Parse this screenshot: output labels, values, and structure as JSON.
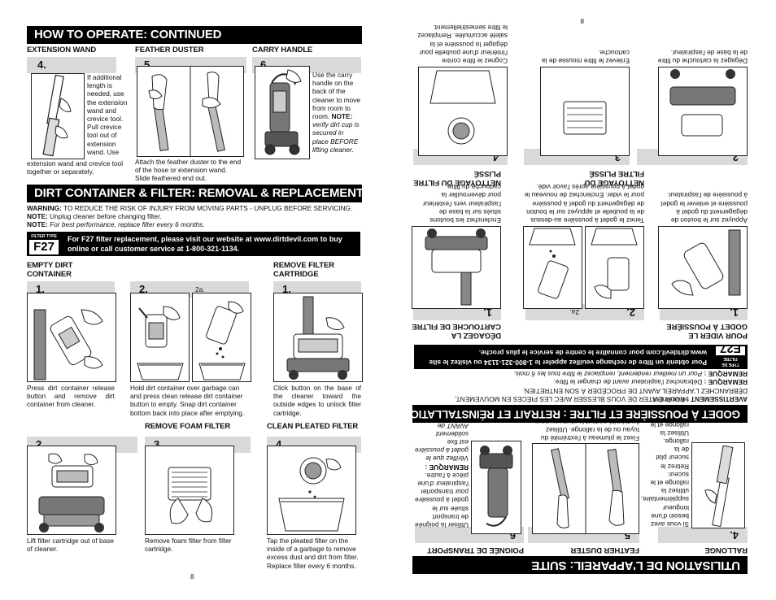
{
  "left": {
    "banner_operate": "HOW TO OPERATE: CONTINUED",
    "ext_wand": {
      "heading": "EXTENSION WAND",
      "step": "4.",
      "side": "If additional length is needed, use the extension wand and crevice tool. Pull crevice tool out of extension wand. Use",
      "bottom": "extension wand and crevice tool together or separately."
    },
    "feather": {
      "heading": "FEATHER DUSTER",
      "step": "5.",
      "caption": "Attach the feather duster to the end of the hose or extension wand. Slide feathered end out."
    },
    "carry": {
      "heading": "CARRY HANDLE",
      "step": "6.",
      "side": "Use the carry handle on the back of the cleaner to move from room to room.",
      "note_label": "NOTE:",
      "note": "verify dirt cup is secured in place BEFORE lifting cleaner."
    },
    "banner_dirt": "DIRT CONTAINER & FILTER: REMOVAL & REPLACEMENT",
    "warning_label": "WARNING:",
    "warning": "TO REDUCE THE RISK OF INJURY FROM MOVING PARTS - UNPLUG BEFORE SERVICING.",
    "note1_label": "NOTE:",
    "note1": "Unplug cleaner before changing filter.",
    "note2_label": "NOTE:",
    "note2": "For best performance, replace filter every 6 months.",
    "f27": {
      "type_label": "FILTER TYPE",
      "code": "F27",
      "message": "For F27 filter replacement, please visit our website at www.dirtdevil.com to buy online or call customer service at 1-800-321-1134."
    },
    "empty": {
      "heading_1": "EMPTY DIRT",
      "heading_2": "CONTAINER",
      "step1": "1.",
      "step2": "2.",
      "step2a": "2a.",
      "caption1": "Press dirt container release button and remove dirt container from cleaner.",
      "caption2": "Hold dirt container over garbage can and press clean release dirt container button to empty. Snap dirt container bottom back into place after emptying."
    },
    "remove_cart": {
      "heading_1": "REMOVE FILTER",
      "heading_2": "CARTRIDGE",
      "step1": "1.",
      "caption1": "Click button on the base of the cleaner toward the outside edges to unlock filter cartridge."
    },
    "remove_foam_heading": "REMOVE FOAM FILTER",
    "clean_pleated_heading": "CLEAN PLEATED FILTER",
    "bottom_steps": [
      "2.",
      "3.",
      "4."
    ],
    "bottom_captions": [
      "Lift filter cartridge out of base of cleaner.",
      "Remove foam filter from filter cartridge.",
      "Tap the pleated filter on the inside of a garbage to remove excess dust and dirt from filter. Replace filter every 6 months."
    ],
    "page_number": "8"
  },
  "right": {
    "banner_util": "UTILISATION DE L'APPAREIL: SUITE",
    "rallonge": {
      "heading": "RALLONGE",
      "step": "4.",
      "side": "Si vous avez besoin d'une longueur supplémentaire, utilisez la rallonge et le suceur. Retirez le suceur plat de la rallonge. Utilisez la rallonge et le suceur plat ensemble ou séparément."
    },
    "plumeau": {
      "heading": "FEATHER DUSTER",
      "step": "5.",
      "caption": "Fixez le plumeau à l'extrémité du tuyau ou de la rallonge. Utilisez l'extrémité portant le plumeau pour le sortir."
    },
    "poignee": {
      "heading": "POIGNÉE DE TRANSPORT",
      "step": "6.",
      "side": "Utiliser la poignée de transport située sur le godet à poussière pour transporter l'aspirateur d'une pièce à l'autre.",
      "note_label": "REMARQUE :",
      "note": "Vérifiez que le godet à poussière est fixe solidement AVANT de soulever l'aspirateur."
    },
    "banner_godet": "GODET À POUSSIÈRE ET FILTRE : RETRAIT ET RÉINSTALLATION",
    "warning_label": "AVERTISSEMENT :",
    "warning": "POUR ÉVITER DE VOUS BLESSER AVEC LES PIÈCES EN MOUVEMENT, DÉBRANCHEZ L'APPAREIL AVANT DE PROCÉDER À SON ENTRETIEN.",
    "remark1_label": "REMARQUE :",
    "remark1": "Débranchez l'aspirateur avant de changer le filtre.",
    "remark2_label": "REMARQUE :",
    "remark2": "Pour un meilleur rendement, remplacez le filtre tous les 6 mois.",
    "f27": {
      "type_label": "TYPE DE FILTRE",
      "code": "F27",
      "message": "Pour obtenir un filtre de rechange veuillez appeler le 1-800-321-1134 ou visitez le site www.dirtdevil.com pour connaître le centre de service le plus proche."
    },
    "vider": {
      "heading_1": "POUR VIDER LE",
      "heading_2": "GODET À POUSSIÈRE",
      "step1": "1.",
      "step2": "2.",
      "step2a": "2a.",
      "caption1": "Appuyez sur le bouton de dégagement du godet à poussière et enlever le godet à poussière de l'aspirateur.",
      "caption2": "Tenez le godet à poussière au-dessus de la poubelle et appuyez sur le bouton de dégagement du godet à poussière pour le vider. Enclenchez de nouveau le godet à poussière après l'avoir vidé."
    },
    "degagez": {
      "heading_1": "DÉGAGEZ LA",
      "heading_2": "CARTOUCHE DE FILTRE",
      "step1": "1.",
      "caption1": "Enclenchez les boutons situés sur la base de l'aspirateur vers l'extérieur pour déverrouiller la cartouche du filtre."
    },
    "nettoyage_mousse": {
      "heading_1": "NETTOYAGE DU",
      "heading_2": "FILTRE PLISSÉ"
    },
    "nettoyage_plisse": {
      "heading_1": "NETTOYAGE DU FILTRE",
      "heading_2": "PLISSÉ"
    },
    "bottom_steps": [
      "2.",
      "3.",
      "4."
    ],
    "bottom_captions": [
      "Dégagez la cartouche du filtre de la base de l'aspirateur.",
      "Enlevez le filtre mousse de la cartouche.",
      "Cognez le filtre contre l'intérieur d'une poubelle pour dégager la poussière et la saleté accumulée. Remplacez le filtre semestriellement."
    ],
    "page_number": "8"
  }
}
